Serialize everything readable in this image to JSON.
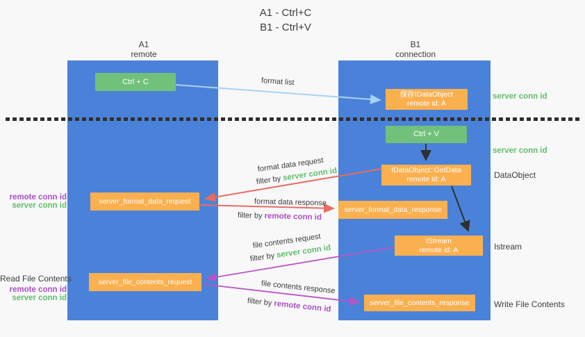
{
  "title": {
    "line1": "A1 - Ctrl+C",
    "line2": "B1 - Ctrl+V"
  },
  "columns": {
    "a": {
      "name": "A1",
      "subtitle": "remote"
    },
    "b": {
      "name": "B1",
      "subtitle": "connection"
    }
  },
  "boxes": {
    "ctrl_c": {
      "label": "Ctrl + C"
    },
    "ctrl_v": {
      "label": "Ctrl + V"
    },
    "save_dataobject": {
      "line1": "保存IDataObject",
      "line2": "remote id: A"
    },
    "getdata": {
      "line1": "IDataObject::GetData",
      "line2": "remote id: A"
    },
    "istream": {
      "line1": "IStream",
      "line2": "remote id: A"
    },
    "server_format_data_request": {
      "label": "server_format_data_request"
    },
    "server_format_data_response": {
      "label": "server_format_data_response"
    },
    "server_file_contents_request": {
      "label": "server_file_contents_request"
    },
    "server_file_contents_response": {
      "label": "server_file_contents_response"
    }
  },
  "arrows": {
    "format_list": {
      "label": "format list"
    },
    "format_data_request": {
      "label": "format data request",
      "filter_prefix": "filter by",
      "filter_key": "server conn id"
    },
    "format_data_response": {
      "label": "format data response",
      "filter_prefix": "filter by",
      "filter_key": "remote conn id"
    },
    "file_contents_request": {
      "label": "file contents request",
      "filter_prefix": "filter by",
      "filter_key": "server conn id"
    },
    "file_contents_response": {
      "label": "file contents response",
      "filter_prefix": "filter by",
      "filter_key": "remote conn id"
    }
  },
  "side_labels": {
    "right_server_conn_id_top": "server conn id",
    "right_server_conn_id_mid": "server conn id",
    "dataobject": "DataObject",
    "istream": "Istream",
    "write_file_contents": "Write File Contents",
    "left_mid": {
      "remote_conn_id": "remote conn id",
      "server_conn_id": "server conn id"
    },
    "left_bottom": {
      "title": "Read File Contents",
      "remote_conn_id": "remote conn id",
      "server_conn_id": "server conn id"
    }
  },
  "colors": {
    "column_blue": "#4b82d9",
    "box_green": "#71c17a",
    "box_orange": "#fbb04f",
    "arrow_light_blue": "#a9d2f3",
    "arrow_red": "#e96c60",
    "arrow_magenta": "#bc53c5",
    "arrow_black": "#2f2f2f",
    "text_green": "#5fbf6b",
    "text_purple": "#a94fc5",
    "text_dark": "#3c3c3c"
  }
}
